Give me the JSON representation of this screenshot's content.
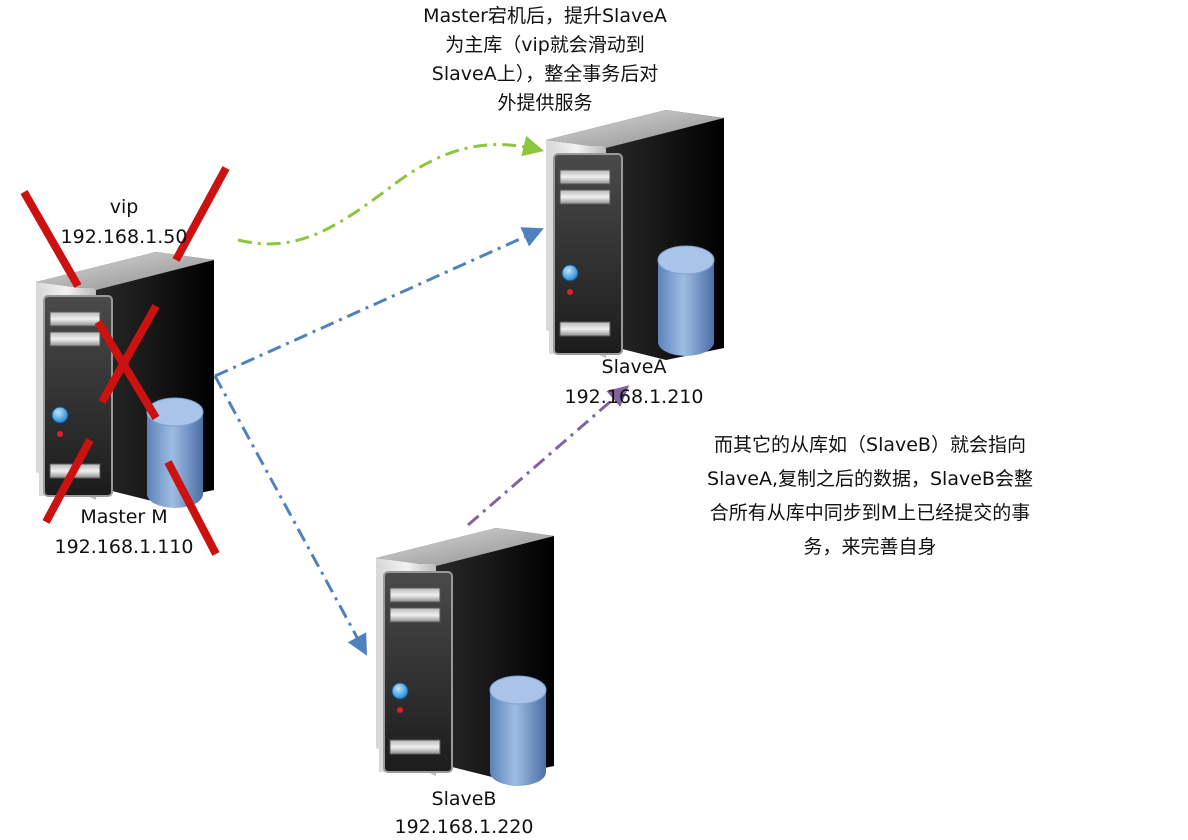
{
  "top_note": [
    "Master宕机后，提升SlaveA",
    "为主库（vip就会滑动到",
    "SlaveA上），整全事务后对",
    "外提供服务"
  ],
  "right_note": [
    "而其它的从库如（SlaveB）就会指向",
    "SlaveA,复制之后的数据，SlaveB会整",
    "合所有从库中同步到M上已经提交的事",
    "务，来完善自身"
  ],
  "vip": {
    "label": "vip",
    "ip": "192.168.1.50"
  },
  "master": {
    "label": "Master M",
    "ip": "192.168.1.110",
    "status": "failed"
  },
  "slave_a": {
    "label": "SlaveA",
    "ip": "192.168.1.210"
  },
  "slave_b": {
    "label": "SlaveB",
    "ip": "192.168.1.220"
  },
  "colors": {
    "vip_move": "#8cc63f",
    "replication": "#4f81bd",
    "repoint": "#8064a2",
    "failure_cross": "#cc1111"
  }
}
